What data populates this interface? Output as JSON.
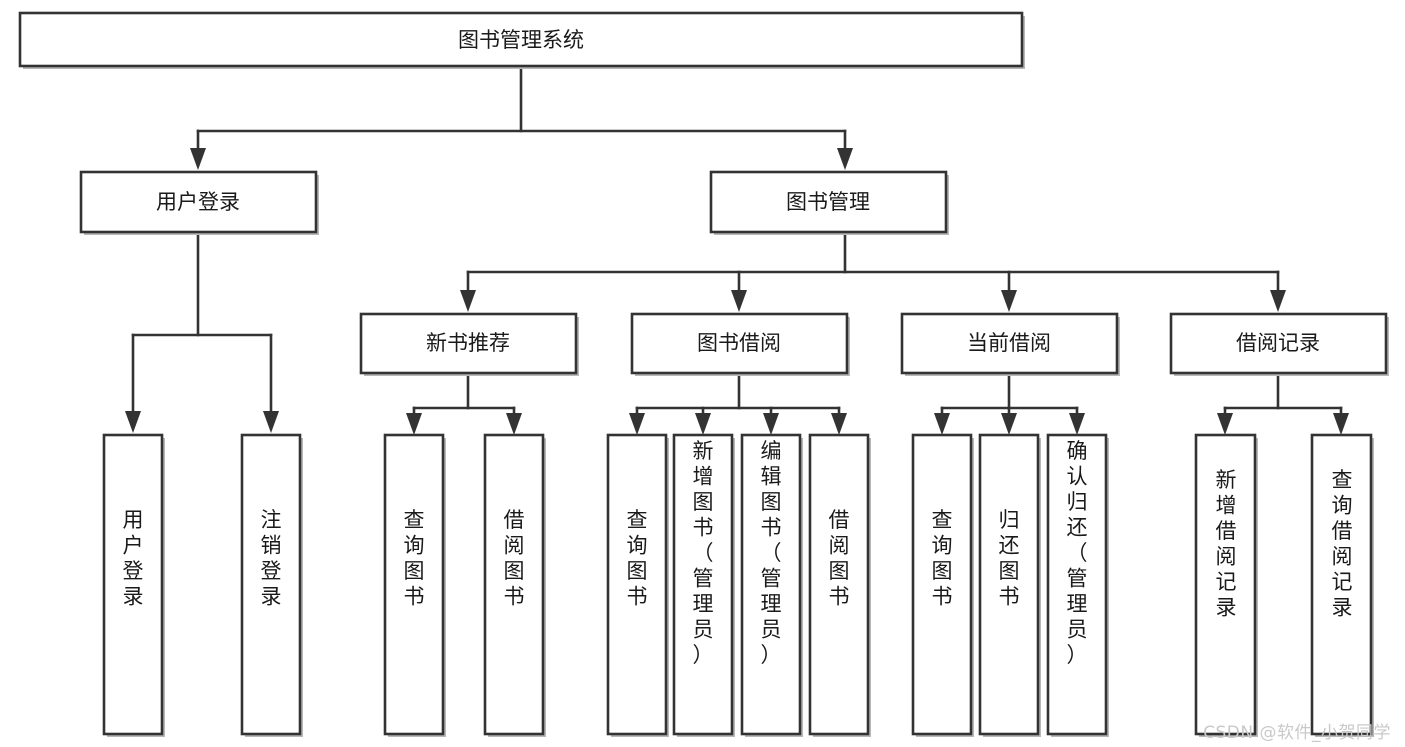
{
  "diagram": {
    "type": "tree",
    "title": "图书管理系统",
    "watermark": "CSDN @软件_小贺同学",
    "colors": {
      "box_stroke": "#333333",
      "box_fill": "#ffffff",
      "text": "#1a1a1a",
      "background": "#ffffff",
      "watermark": "#c9c9c9"
    },
    "nodes": {
      "root": {
        "label": "图书管理系统",
        "orientation": "horizontal",
        "level": 0
      },
      "login": {
        "label": "用户登录",
        "orientation": "horizontal",
        "level": 1
      },
      "book_mgmt": {
        "label": "图书管理",
        "orientation": "horizontal",
        "level": 1
      },
      "new_rec": {
        "label": "新书推荐",
        "orientation": "horizontal",
        "level": 2
      },
      "borrow": {
        "label": "图书借阅",
        "orientation": "horizontal",
        "level": 2
      },
      "current": {
        "label": "当前借阅",
        "orientation": "horizontal",
        "level": 2
      },
      "records": {
        "label": "借阅记录",
        "orientation": "horizontal",
        "level": 2
      },
      "leaf_user_login": {
        "label": "用户登录",
        "orientation": "vertical",
        "level": 2
      },
      "leaf_user_logout": {
        "label": "注销登录",
        "orientation": "vertical",
        "level": 2
      },
      "leaf_nr_query": {
        "label": "查询图书",
        "orientation": "vertical",
        "level": 3
      },
      "leaf_nr_borrow": {
        "label": "借阅图书",
        "orientation": "vertical",
        "level": 3
      },
      "leaf_b_query": {
        "label": "查询图书",
        "orientation": "vertical",
        "level": 3
      },
      "leaf_b_add": {
        "label": "新增图书（管理员）",
        "orientation": "vertical",
        "level": 3
      },
      "leaf_b_edit": {
        "label": "编辑图书（管理员）",
        "orientation": "vertical",
        "level": 3
      },
      "leaf_b_borrow": {
        "label": "借阅图书",
        "orientation": "vertical",
        "level": 3
      },
      "leaf_c_query": {
        "label": "查询图书",
        "orientation": "vertical",
        "level": 3
      },
      "leaf_c_return": {
        "label": "归还图书",
        "orientation": "vertical",
        "level": 3
      },
      "leaf_c_confirm": {
        "label": "确认归还（管理员）",
        "orientation": "vertical",
        "level": 3
      },
      "leaf_r_add": {
        "label": "新增借阅记录",
        "orientation": "vertical",
        "level": 3
      },
      "leaf_r_query": {
        "label": "查询借阅记录",
        "orientation": "vertical",
        "level": 3
      }
    },
    "edges": [
      {
        "from": "root",
        "to": "login"
      },
      {
        "from": "root",
        "to": "book_mgmt"
      },
      {
        "from": "login",
        "to": "leaf_user_login"
      },
      {
        "from": "login",
        "to": "leaf_user_logout"
      },
      {
        "from": "book_mgmt",
        "to": "new_rec"
      },
      {
        "from": "book_mgmt",
        "to": "borrow"
      },
      {
        "from": "book_mgmt",
        "to": "current"
      },
      {
        "from": "book_mgmt",
        "to": "records"
      },
      {
        "from": "new_rec",
        "to": "leaf_nr_query"
      },
      {
        "from": "new_rec",
        "to": "leaf_nr_borrow"
      },
      {
        "from": "borrow",
        "to": "leaf_b_query"
      },
      {
        "from": "borrow",
        "to": "leaf_b_add"
      },
      {
        "from": "borrow",
        "to": "leaf_b_edit"
      },
      {
        "from": "borrow",
        "to": "leaf_b_borrow"
      },
      {
        "from": "current",
        "to": "leaf_c_query"
      },
      {
        "from": "current",
        "to": "leaf_c_return"
      },
      {
        "from": "current",
        "to": "leaf_c_confirm"
      },
      {
        "from": "records",
        "to": "leaf_r_add"
      },
      {
        "from": "records",
        "to": "leaf_r_query"
      }
    ]
  }
}
